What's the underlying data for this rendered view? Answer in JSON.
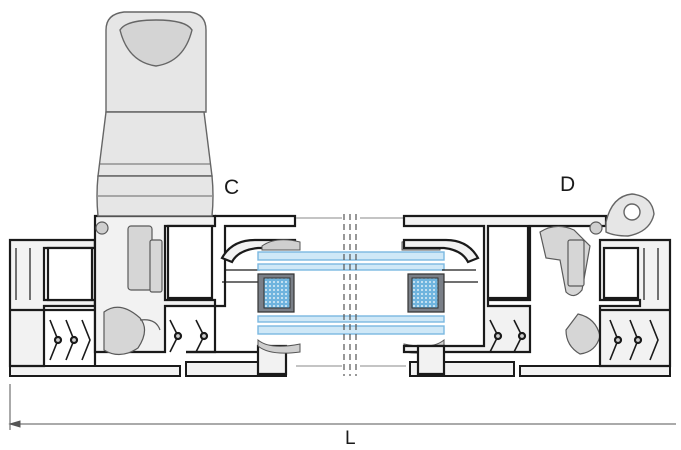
{
  "labels": {
    "left_section": "C",
    "right_section": "D",
    "overall_length": "L"
  },
  "colors": {
    "profile_fill": "#f2f2f2",
    "profile_outline": "#1a1a1a",
    "handle_fill": "#e6e6e6",
    "gasket_fill": "#cfcfcf",
    "spacer_fill": "#7a7f87",
    "desiccant_fill": "#6fb4de",
    "glass_fill": "#cfe8f7",
    "glass_edge": "#7ab8e0"
  },
  "icons": [
    "handle-icon",
    "hinge-icon"
  ]
}
